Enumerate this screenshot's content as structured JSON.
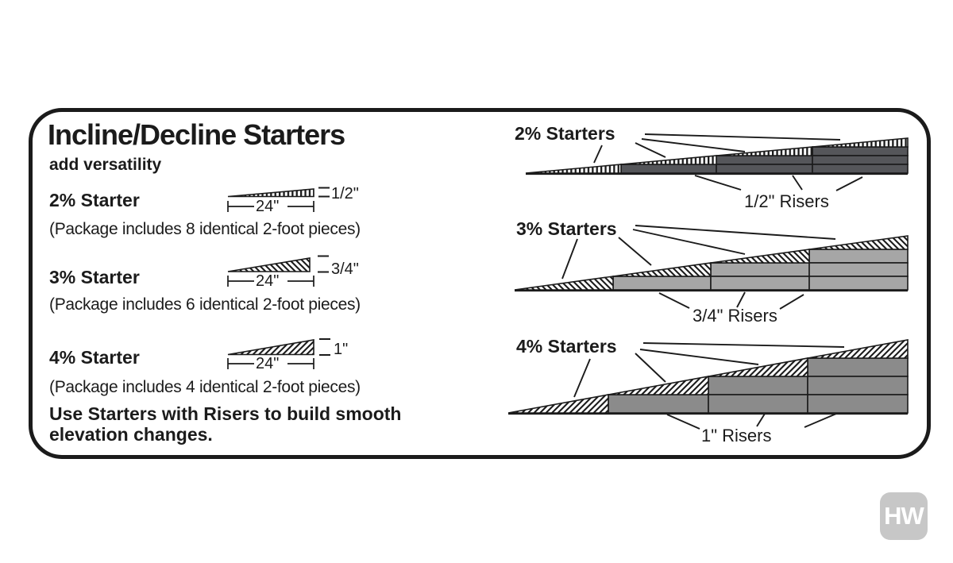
{
  "panel": {
    "title": "Incline/Decline Starters",
    "subtitle": "add versatility",
    "note_line1": "Use Starters with Risers to build smooth",
    "note_line2": "elevation changes."
  },
  "starters": [
    {
      "heading": "2% Starter",
      "package": "(Package includes 8 identical 2-foot pieces)",
      "length_label": "24\"",
      "height_label": "1/2\"",
      "hatch": "vertical",
      "pieces": 8
    },
    {
      "heading": "3% Starter",
      "package": "(Package includes 6 identical 2-foot pieces)",
      "length_label": "24\"",
      "height_label": "3/4\"",
      "hatch": "diagonal-back",
      "pieces": 6
    },
    {
      "heading": "4% Starter",
      "package": "(Package includes 4 identical 2-foot pieces)",
      "length_label": "24\"",
      "height_label": "1\"",
      "hatch": "diagonal-forward",
      "pieces": 4
    }
  ],
  "assemblies": [
    {
      "label": "2% Starters",
      "riser_label": "1/2\" Risers",
      "riser_color": "#55565a",
      "risers_per_column": [
        1,
        2,
        3
      ],
      "starters_shown": 4
    },
    {
      "label": "3% Starters",
      "riser_label": "3/4\" Risers",
      "riser_color": "#a6a6a6",
      "risers_per_column": [
        1,
        2,
        3
      ],
      "starters_shown": 4
    },
    {
      "label": "4% Starters",
      "riser_label": "1\" Risers",
      "riser_color": "#8b8b8b",
      "risers_per_column": [
        1,
        2,
        3
      ],
      "starters_shown": 4
    }
  ],
  "watermark": {
    "label": "HW"
  }
}
